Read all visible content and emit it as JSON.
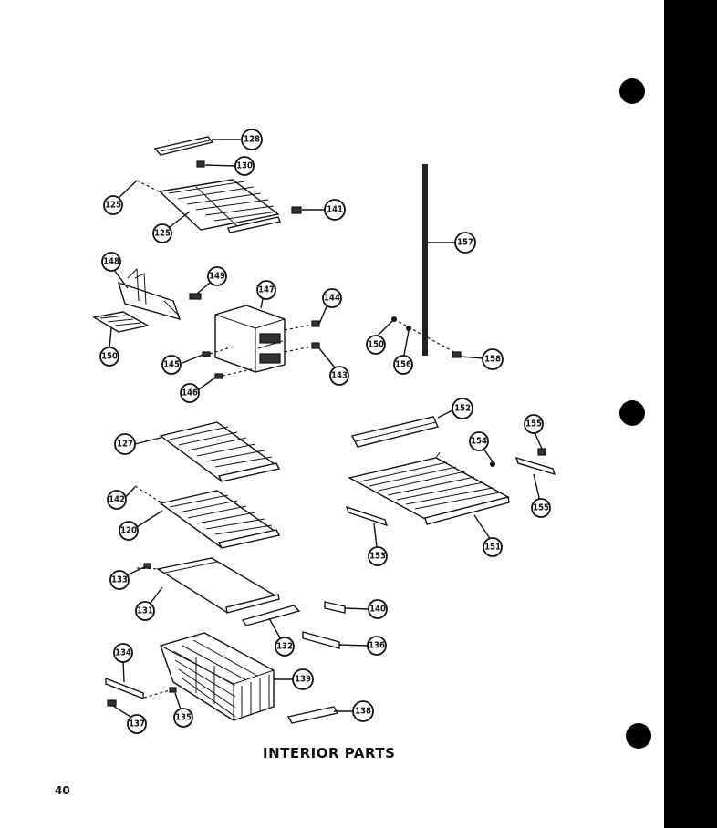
{
  "title": "INTERIOR PARTS",
  "page_number": "40",
  "callouts": {
    "c128": "128",
    "c130": "130",
    "c125a": "125",
    "c125b": "125",
    "c141": "141",
    "c148": "148",
    "c149": "149",
    "c147": "147",
    "c144": "144",
    "c150a": "150",
    "c145": "145",
    "c146": "146",
    "c143": "143",
    "c157": "157",
    "c150b": "150",
    "c156": "156",
    "c158": "158",
    "c127": "127",
    "c152": "152",
    "c154": "154",
    "c155top": "155",
    "c155bot": "155",
    "c142": "142",
    "c120": "120",
    "c153": "153",
    "c151": "151",
    "c133": "133",
    "c131": "131",
    "c140": "140",
    "c132": "132",
    "c136": "136",
    "c134": "134",
    "c139": "139",
    "c137": "137",
    "c135": "135",
    "c138": "138"
  }
}
